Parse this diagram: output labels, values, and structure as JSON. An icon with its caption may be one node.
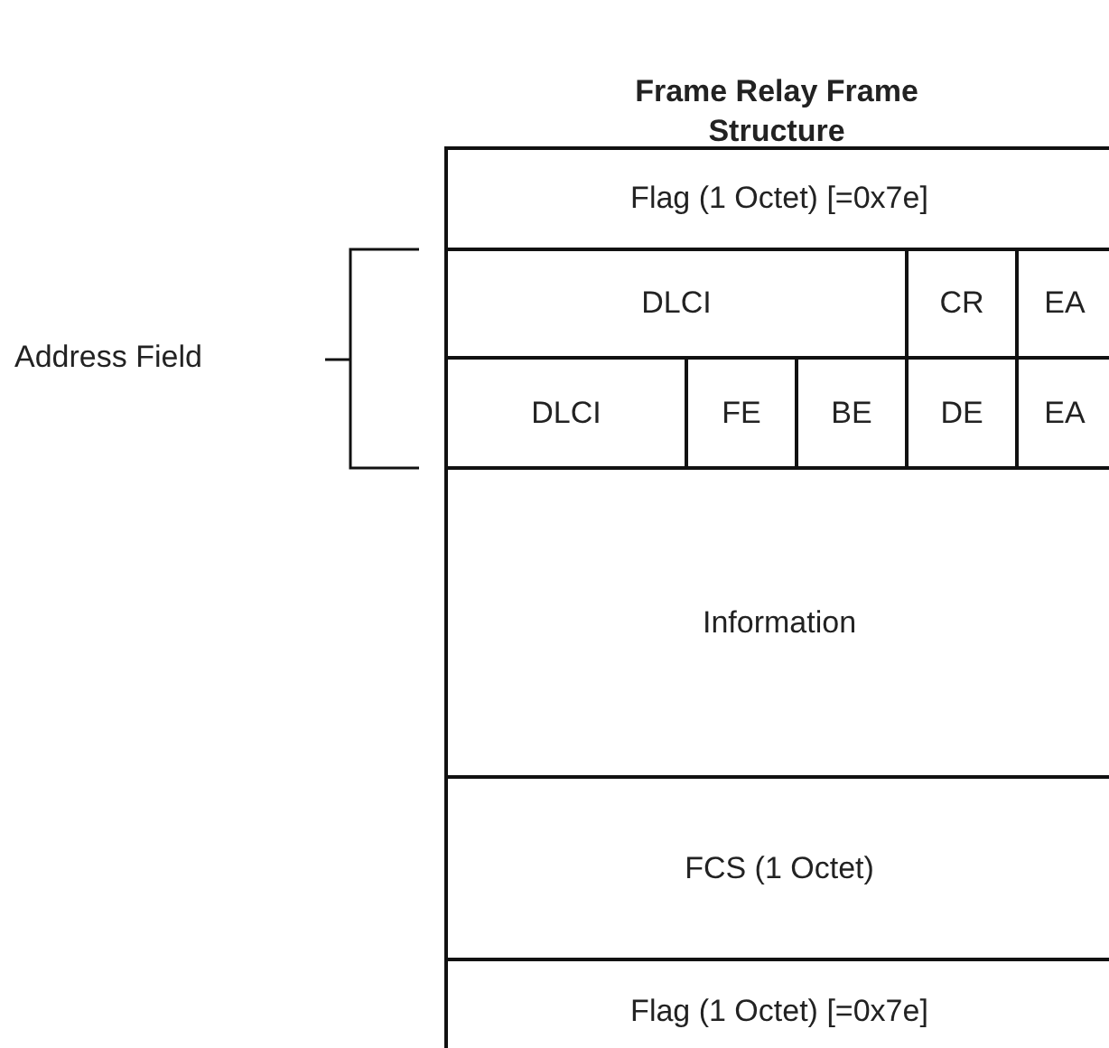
{
  "diagram": {
    "title": "Frame Relay Frame Structure",
    "nodes": [
      {
        "text": [
          "Flag (1 Octet) [=0x7e]"
        ]
      },
      {
        "text": [
          "DLCI"
        ]
      },
      {
        "text": [
          "CR"
        ]
      },
      {
        "text": [
          "EA"
        ]
      },
      {
        "text": [
          "DLCI"
        ]
      },
      {
        "text": [
          "FE"
        ]
      },
      {
        "text": [
          "BE"
        ]
      },
      {
        "text": [
          "DE"
        ]
      },
      {
        "text": [
          "EA"
        ]
      },
      {
        "text": [
          "Information"
        ]
      },
      {
        "text": [
          "FCS (1 Octet)"
        ]
      },
      {
        "text": [
          "Flag (1 Octet) [=0x7e]"
        ]
      }
    ],
    "labels": [
      "Address Field"
    ]
  }
}
